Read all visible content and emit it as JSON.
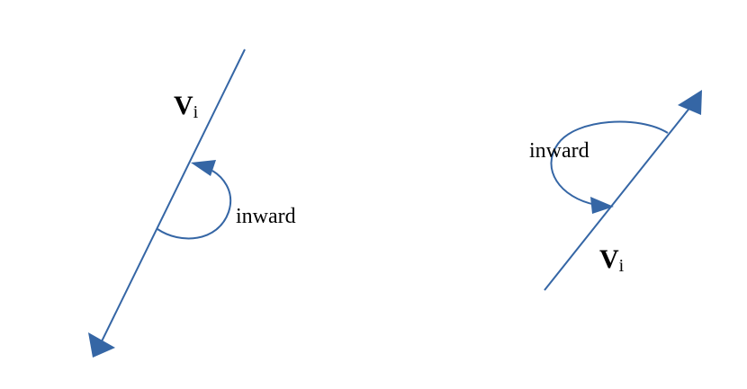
{
  "diagram": {
    "stroke_color": "#3566a5",
    "text_color": "#000000",
    "left": {
      "vector_label": "V",
      "vector_subscript": "i",
      "turn_label": "inward"
    },
    "right": {
      "vector_label": "V",
      "vector_subscript": "i",
      "turn_label": "inward"
    }
  }
}
